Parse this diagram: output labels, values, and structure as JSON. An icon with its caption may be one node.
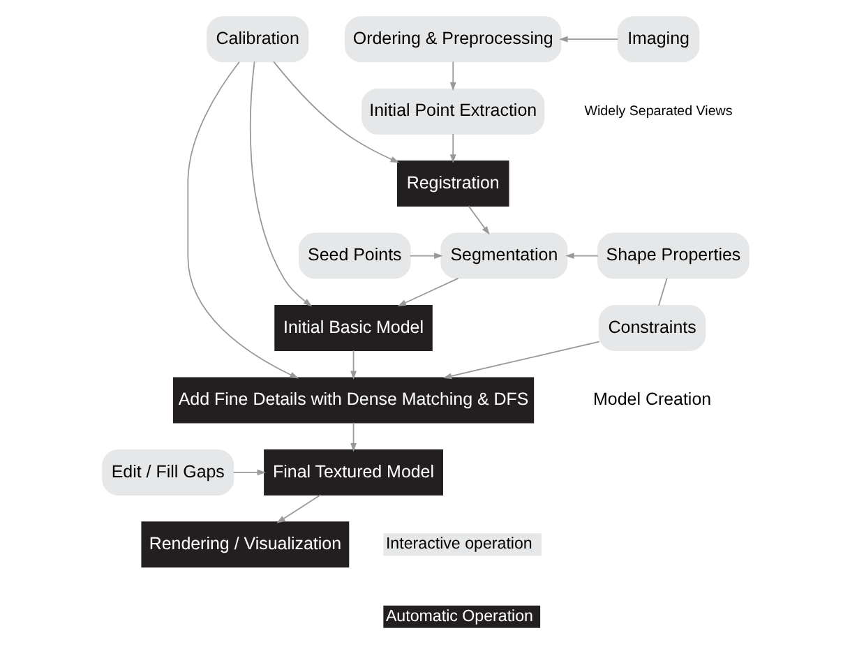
{
  "diagram": {
    "nodes": [
      {
        "text": [
          "Calibration"
        ]
      },
      {
        "text": [
          "Ordering & Preprocessing"
        ]
      },
      {
        "text": [
          "Imaging"
        ],
        "beside": [
          "Widely Separated Views"
        ]
      },
      {
        "text": [
          "Initial Point Extraction"
        ]
      },
      {
        "text": [
          "Registration"
        ]
      },
      {
        "text": [
          "Seed Points"
        ]
      },
      {
        "text": [
          "Segmentation"
        ]
      },
      {
        "text": [
          "Shape Properties"
        ]
      },
      {
        "text": [
          "Initial Basic Model"
        ]
      },
      {
        "text": [
          "Constraints"
        ]
      },
      {
        "text": [
          "Add Fine Details with Dense Matching & DFS"
        ]
      },
      {
        "text": [
          "Edit / Fill Gaps"
        ]
      },
      {
        "text": [
          "Final Textured Model"
        ]
      },
      {
        "text": [
          "Rendering / Visualization"
        ]
      }
    ],
    "edges": [
      {
        "from": 2,
        "to": 1,
        "arrow": "to"
      },
      {
        "from": 1,
        "to": 3,
        "arrow": "to"
      },
      {
        "from": 3,
        "to": 4,
        "arrow": "to"
      },
      {
        "from": 0,
        "to": 4,
        "arrow": "to"
      },
      {
        "from": 0,
        "to": 8,
        "arrow": "to"
      },
      {
        "from": 0,
        "to": 10,
        "arrow": "to"
      },
      {
        "from": 4,
        "to": 6,
        "arrow": "to"
      },
      {
        "from": 5,
        "to": 6,
        "arrow": "to"
      },
      {
        "from": 7,
        "to": 6,
        "arrow": "to"
      },
      {
        "from": 6,
        "to": 8,
        "arrow": "to"
      },
      {
        "from": 7,
        "to": 9,
        "arrow": "none"
      },
      {
        "from": 9,
        "to": 10,
        "arrow": "to"
      },
      {
        "from": 8,
        "to": 10,
        "arrow": "to"
      },
      {
        "from": 10,
        "to": 12,
        "arrow": "to"
      },
      {
        "from": 11,
        "to": 12,
        "arrow": "to"
      },
      {
        "from": 12,
        "to": 13,
        "arrow": "to"
      }
    ],
    "labels": [
      "Model Creation"
    ],
    "legend": [
      {
        "text": "Interactive operation",
        "color": "#e6e7e8"
      },
      {
        "text": "Automatic Operation",
        "color": "#231f20"
      }
    ]
  }
}
